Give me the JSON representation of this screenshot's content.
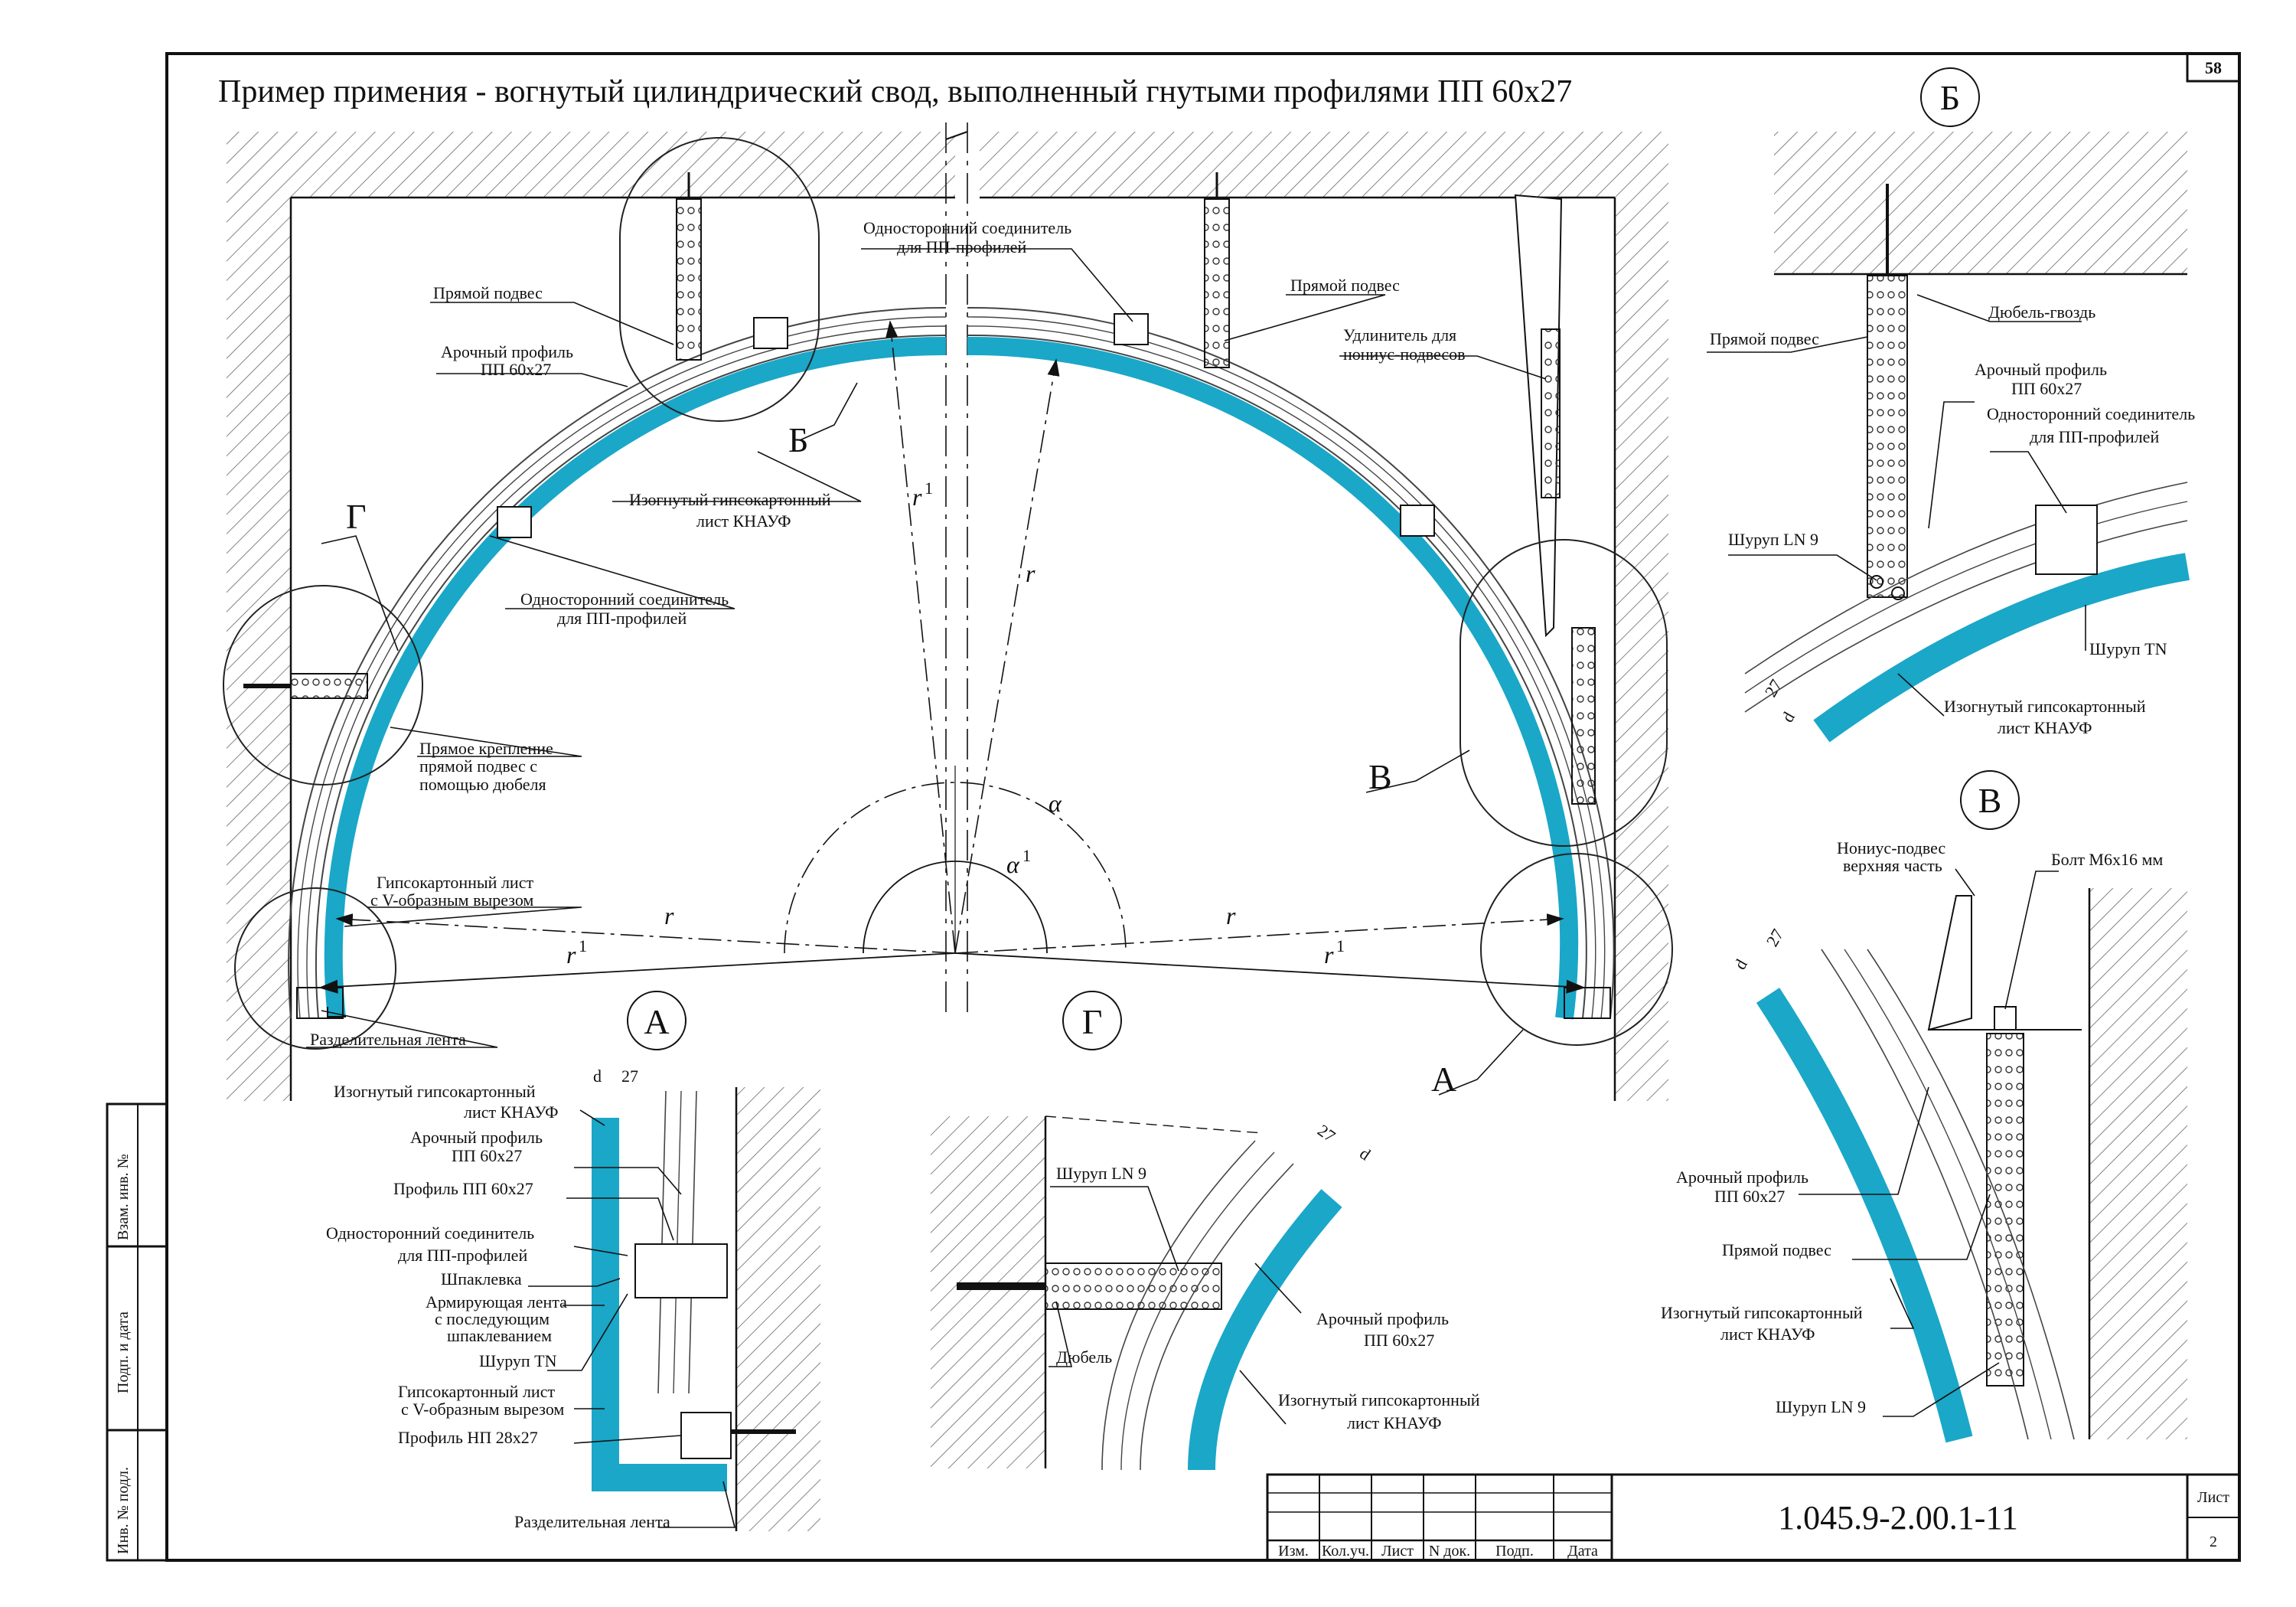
{
  "title": "Пример примения - вогнутый цилиндрический свод, выполненный гнутыми профилями ПП 60х27",
  "page_number": "58",
  "colors": {
    "board": "#1aa7c8",
    "line": "#111111",
    "hatch": "#555555"
  },
  "main": {
    "labels": {
      "pryamoy_podves_l": "Прямой подвес",
      "arch_profile_l_1": "Арочный профиль",
      "arch_profile_l_2": "ПП 60х27",
      "connector_top_1": "Односторонний соединитель",
      "connector_top_2": "для ПП-профилей",
      "pryamoy_podves_r": "Прямой подвес",
      "extender_1": "Удлинитель для",
      "extender_2": "нониус-подвесов",
      "bent_sheet_1": "Изогнутый гипсокартонный",
      "bent_sheet_2": "лист КНАУФ",
      "connector_mid_1": "Односторонний соединитель",
      "connector_mid_2": "для ПП-профилей",
      "direct_mount_1": "Прямое крепление",
      "direct_mount_2": "прямой подвес с",
      "direct_mount_3": "помощью дюбеля",
      "vcut_1": "Гипсокартонный лист",
      "vcut_2": "с V-образным вырезом",
      "sep_tape": "Разделительная лента"
    },
    "symbols": {
      "r1_top": "r",
      "r1_top_sup": "1",
      "r_mid": "r",
      "alpha": "α",
      "alpha1": "α",
      "alpha1_sup": "1",
      "r_left": "r",
      "r_right": "r",
      "r1_left": "r",
      "r1_left_sup": "1",
      "r1_right": "r",
      "r1_right_sup": "1"
    },
    "callouts": {
      "b": "Б",
      "g": "Г",
      "v": "В",
      "a": "А"
    }
  },
  "detail_b": {
    "circle": "Б",
    "labels": {
      "dowel_nail": "Дюбель-гвоздь",
      "podves": "Прямой подвес",
      "arch_1": "Арочный профиль",
      "arch_2": "ПП 60х27",
      "conn_1": "Односторонний соединитель",
      "conn_2": "для ПП-профилей",
      "screw_ln9": "Шуруп LN 9",
      "screw_tn": "Шуруп TN",
      "sheet_1": "Изогнутый гипсокартонный",
      "sheet_2": "лист КНАУФ",
      "dim_27": "27",
      "dim_d": "d"
    }
  },
  "detail_v": {
    "circle": "В",
    "labels": {
      "nonius_1": "Нониус-подвес",
      "nonius_2": "верхняя часть",
      "bolt": "Болт М6х16 мм",
      "dim_d": "d",
      "dim_27": "27",
      "arch_1": "Арочный профиль",
      "arch_2": "ПП 60х27",
      "podves": "Прямой подвес",
      "sheet_1": "Изогнутый гипсокартонный",
      "sheet_2": "лист КНАУФ",
      "screw": "Шуруп LN 9"
    }
  },
  "detail_a": {
    "circle": "А",
    "labels": {
      "sheet_1": "Изогнутый гипсокартонный",
      "sheet_2": "лист КНАУФ",
      "arch_1": "Арочный профиль",
      "arch_2": "ПП 60х27",
      "pp": "Профиль ПП 60х27",
      "conn_1": "Односторонний соединитель",
      "conn_2": "для ПП-профилей",
      "putty": "Шпаклевка",
      "tape_1": "Армирующая лента",
      "tape_2": "с последующим",
      "tape_3": "шпаклеванием",
      "screw": "Шуруп TN",
      "vcut_1": "Гипсокартонный лист",
      "vcut_2": "с V-образным вырезом",
      "np": "Профиль НП 28х27",
      "sep": "Разделительная лента",
      "dim_d": "d",
      "dim_27": "27"
    }
  },
  "detail_g": {
    "circle": "Г",
    "labels": {
      "screw": "Шуруп LN 9",
      "arch_1": "Арочный профиль",
      "arch_2": "ПП 60х27",
      "dowel": "Дюбель",
      "sheet_1": "Изогнутый гипсокартонный",
      "sheet_2": "лист КНАУФ",
      "dim_27": "27",
      "dim_d": "d"
    }
  },
  "side_stamp": [
    "Взам. инв. №",
    "Подп. и дата",
    "Инв. № подл."
  ],
  "title_block": {
    "columns": [
      "Изм.",
      "Кол.уч.",
      "Лист",
      "N док.",
      "Подп.",
      "Дата"
    ],
    "code": "1.045.9-2.00.1-11",
    "sheet_label": "Лист",
    "sheet_no": "2"
  }
}
